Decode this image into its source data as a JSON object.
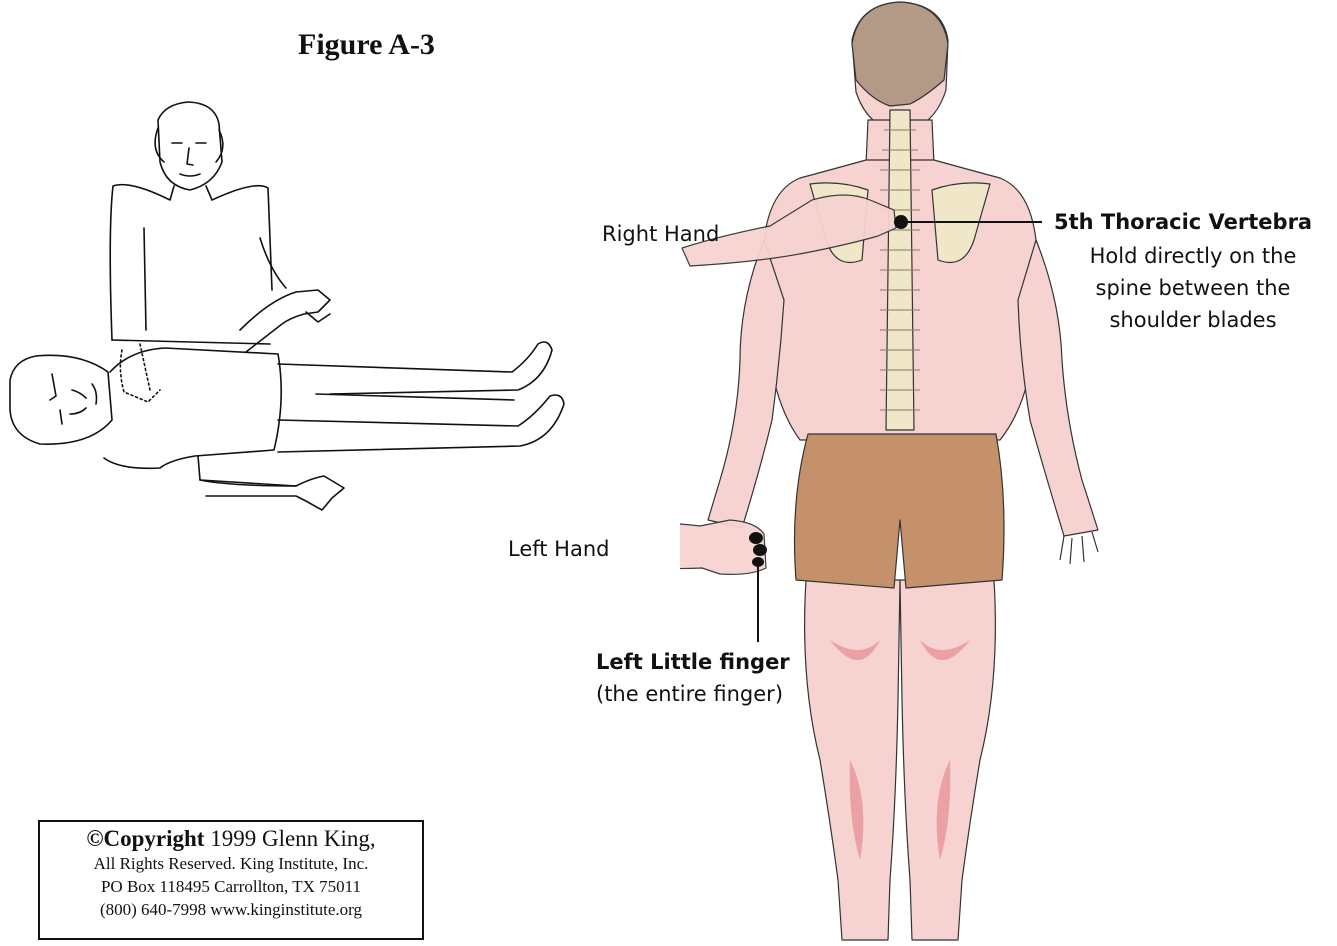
{
  "figure_title": "Figure A-3",
  "labels": {
    "right_hand": "Right Hand",
    "left_hand": "Left Hand",
    "vertebra_title": "5th Thoracic Vertebra",
    "vertebra_line1": "Hold directly on the",
    "vertebra_line2": "spine between the",
    "vertebra_line3": "shoulder blades",
    "finger_title": "Left Little finger",
    "finger_note": "(the entire finger)"
  },
  "copyright": {
    "bold": "©Copyright",
    "line1_rest": " 1999 Glenn King,",
    "line2": "All Rights Reserved. King Institute, Inc.",
    "line3": "PO Box 118495 Carrollton, TX 75011",
    "line4": "(800) 640-7998 www.kinginstitute.org"
  },
  "colors": {
    "skin": "#f6d3d0",
    "skin_shade": "#eaa0a4",
    "shorts": "#c4916a",
    "hair": "#b39a86",
    "bone": "#f0e6c8",
    "ink": "#111111"
  },
  "icons": [
    "line-drawing-two-people",
    "human-back-anatomy",
    "spine",
    "pressure-point-dot"
  ]
}
